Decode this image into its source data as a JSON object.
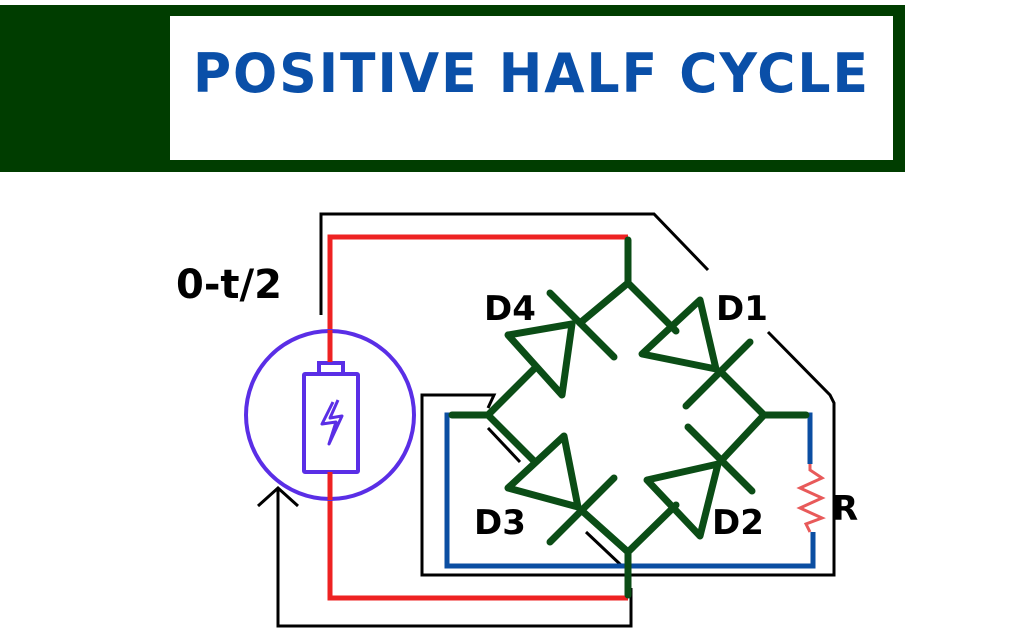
{
  "header": {
    "title": "POSITIVE HALF CYCLE",
    "band_color": "#003d00",
    "title_color": "#0a4fa8"
  },
  "diagram": {
    "time_label": "0-t/2",
    "source": {
      "type": "ac-source",
      "icon": "battery-bolt-icon",
      "color": "#5a2ee6"
    },
    "diodes": [
      {
        "id": "D1",
        "label": "D1"
      },
      {
        "id": "D2",
        "label": "D2"
      },
      {
        "id": "D3",
        "label": "D3"
      },
      {
        "id": "D4",
        "label": "D4"
      }
    ],
    "load": {
      "label": "R",
      "type": "resistor"
    },
    "colors": {
      "supply_wire": "#ee2222",
      "bridge": "#0b4d16",
      "output_wire": "#0b4ea2",
      "resistor": "#e85a5a",
      "current_path": "#000000"
    }
  }
}
